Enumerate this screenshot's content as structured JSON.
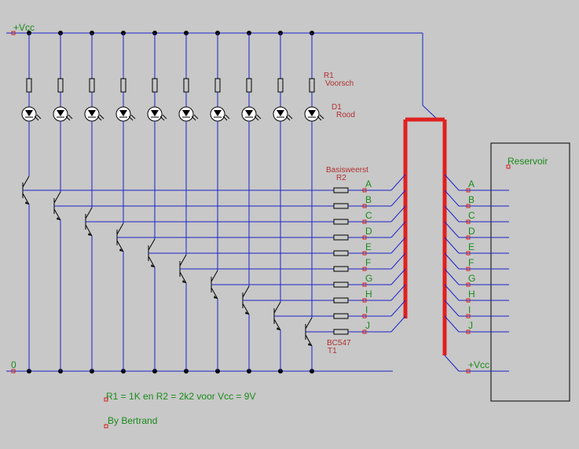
{
  "supply": {
    "vcc_label": "+Vcc",
    "gnd_label": "0"
  },
  "components": {
    "r1_ref": "R1",
    "r1_name": "Voorsch",
    "d1_ref": "D1",
    "d1_name": "Rood",
    "r2_name": "Basisweerst",
    "r2_ref": "R2",
    "t1_type": "BC547",
    "t1_ref": "T1"
  },
  "channels": [
    "A",
    "B",
    "C",
    "D",
    "E",
    "F",
    "G",
    "H",
    "I",
    "J"
  ],
  "connector": {
    "title": "Reservoir",
    "vcc_label": "+Vcc"
  },
  "notes": {
    "formula": "R1 = 1K en R2 = 2k2 voor Vcc = 9V",
    "author": "By Bertrand"
  }
}
